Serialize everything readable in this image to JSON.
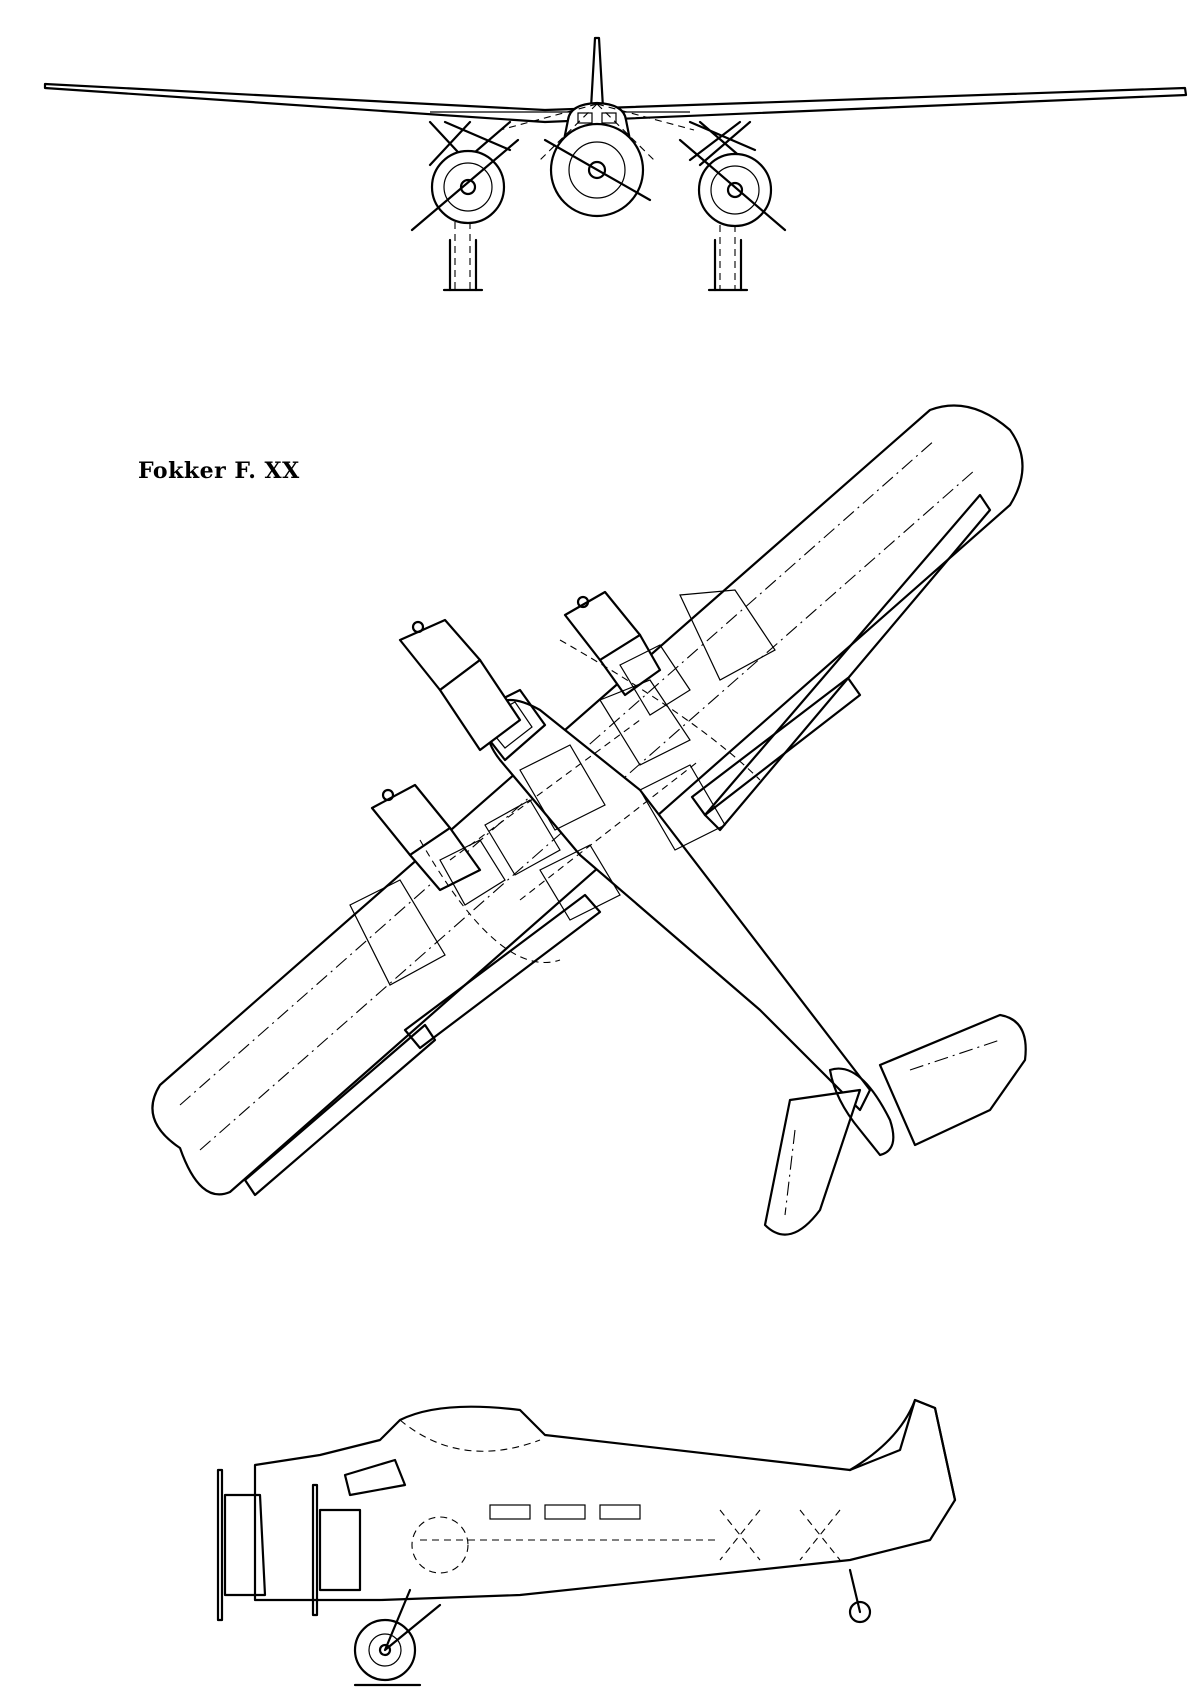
{
  "drawing": {
    "title": "Fokker F. XX",
    "views": [
      "front-view",
      "plan-view",
      "side-view"
    ],
    "ink_color": "#000000",
    "paper_color": "#ffffff"
  }
}
